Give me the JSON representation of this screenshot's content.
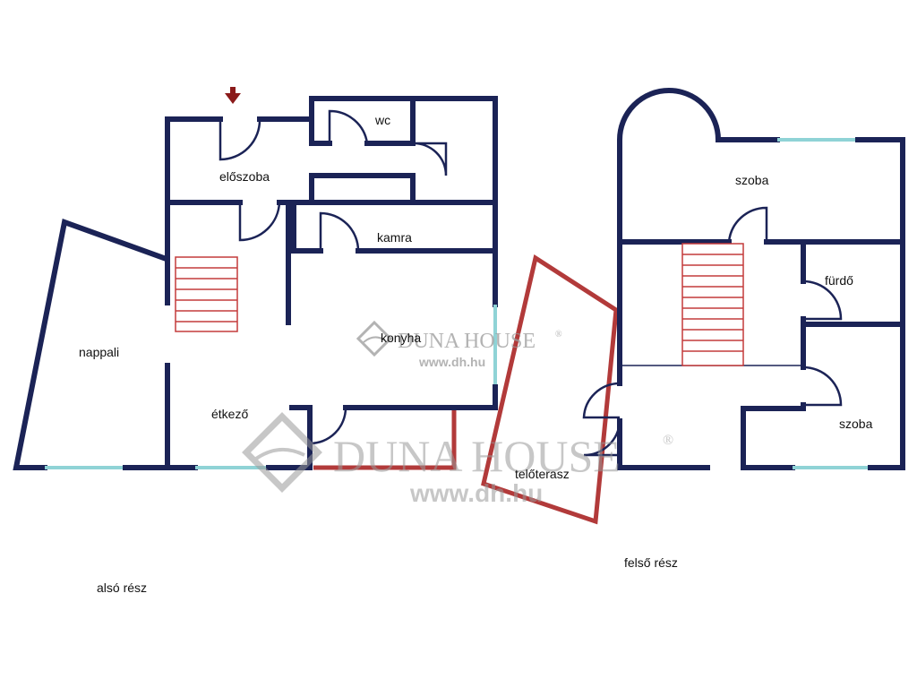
{
  "plan": {
    "rooms": {
      "eloszoba": "előszoba",
      "wc": "wc",
      "kamra": "kamra",
      "nappali": "nappali",
      "konyha": "konyha",
      "etkezo": "étkező",
      "szoba_upper": "szoba",
      "furdo": "fürdő",
      "szoba_lower": "szoba",
      "teloterasz": "telőterasz"
    },
    "captions": {
      "lower": "alsó rész",
      "upper": "felső rész"
    }
  },
  "watermark": {
    "brand": "DUNA HOUSE",
    "url": "www.dh.hu",
    "mark": "®"
  },
  "colors": {
    "wall": "#1b2356",
    "terrace": "#b23a3a",
    "window": "#8fd3d6",
    "stairs": "#c43b3b",
    "entrance_arrow": "#8b1a1a",
    "watermark": "#9a9a9a"
  },
  "icons": {
    "entrance": "entrance-arrow-icon",
    "logo": "duna-house-logo-icon"
  }
}
